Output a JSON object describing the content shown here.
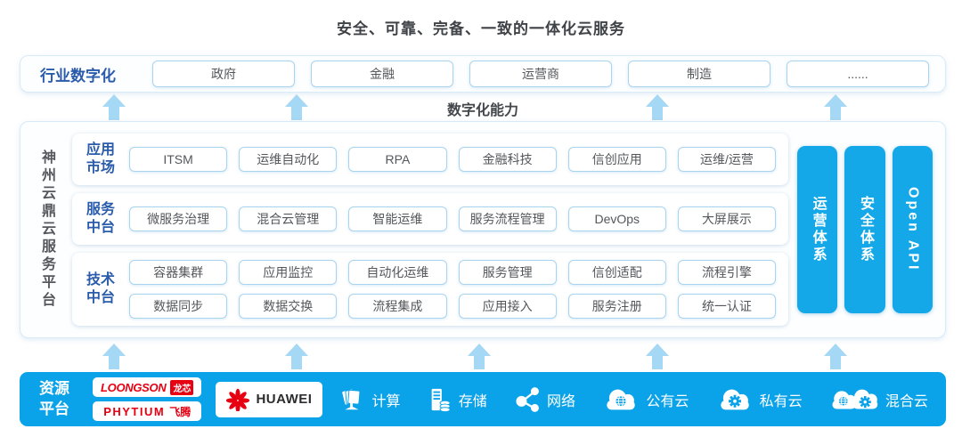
{
  "title": "安全、可靠、完备、一致的一体化云服务",
  "industry_row": {
    "label": "行业数字化",
    "items": [
      "政府",
      "金融",
      "运营商",
      "制造",
      "......"
    ]
  },
  "capability_label": "数字化能力",
  "platform": {
    "vertical_label": "神州云鼎云服务平台",
    "rows": [
      {
        "label": "应用市场",
        "lines": [
          [
            "ITSM",
            "运维自动化",
            "RPA",
            "金融科技",
            "信创应用",
            "运维/运营"
          ]
        ]
      },
      {
        "label": "服务中台",
        "lines": [
          [
            "微服务治理",
            "混合云管理",
            "智能运维",
            "服务流程管理",
            "DevOps",
            "大屏展示"
          ]
        ]
      },
      {
        "label": "技术中台",
        "lines": [
          [
            "容器集群",
            "应用监控",
            "自动化运维",
            "服务管理",
            "信创适配",
            "流程引擎"
          ],
          [
            "数据同步",
            "数据交换",
            "流程集成",
            "应用接入",
            "服务注册",
            "统一认证"
          ]
        ]
      }
    ],
    "pillars": [
      "运营体系",
      "安全体系",
      "Open API"
    ]
  },
  "resource_platform": {
    "label": "资源平台",
    "logos": {
      "loongson": {
        "latin": "LOONGSON",
        "cjk": "龙芯"
      },
      "phytium": {
        "latin": "PHYTIUM",
        "cjk": "飞腾"
      },
      "huawei": "HUAWEI"
    },
    "items": [
      {
        "icon": "compute-icon",
        "label": "计算"
      },
      {
        "icon": "storage-icon",
        "label": "存储"
      },
      {
        "icon": "network-icon",
        "label": "网络"
      },
      {
        "icon": "public-cloud-icon",
        "label": "公有云"
      },
      {
        "icon": "private-cloud-icon",
        "label": "私有云"
      },
      {
        "icon": "hybrid-cloud-icon",
        "label": "混合云"
      }
    ]
  },
  "colors": {
    "accent_blue": "#0aa2e8",
    "pillar_blue": "#14a8e9",
    "label_blue": "#2a5cab",
    "light_blue_border": "#a9d4ef",
    "arrow_blue": "#a5d8f4",
    "logo_red": "#e60012",
    "text_gray": "#4e5256"
  }
}
